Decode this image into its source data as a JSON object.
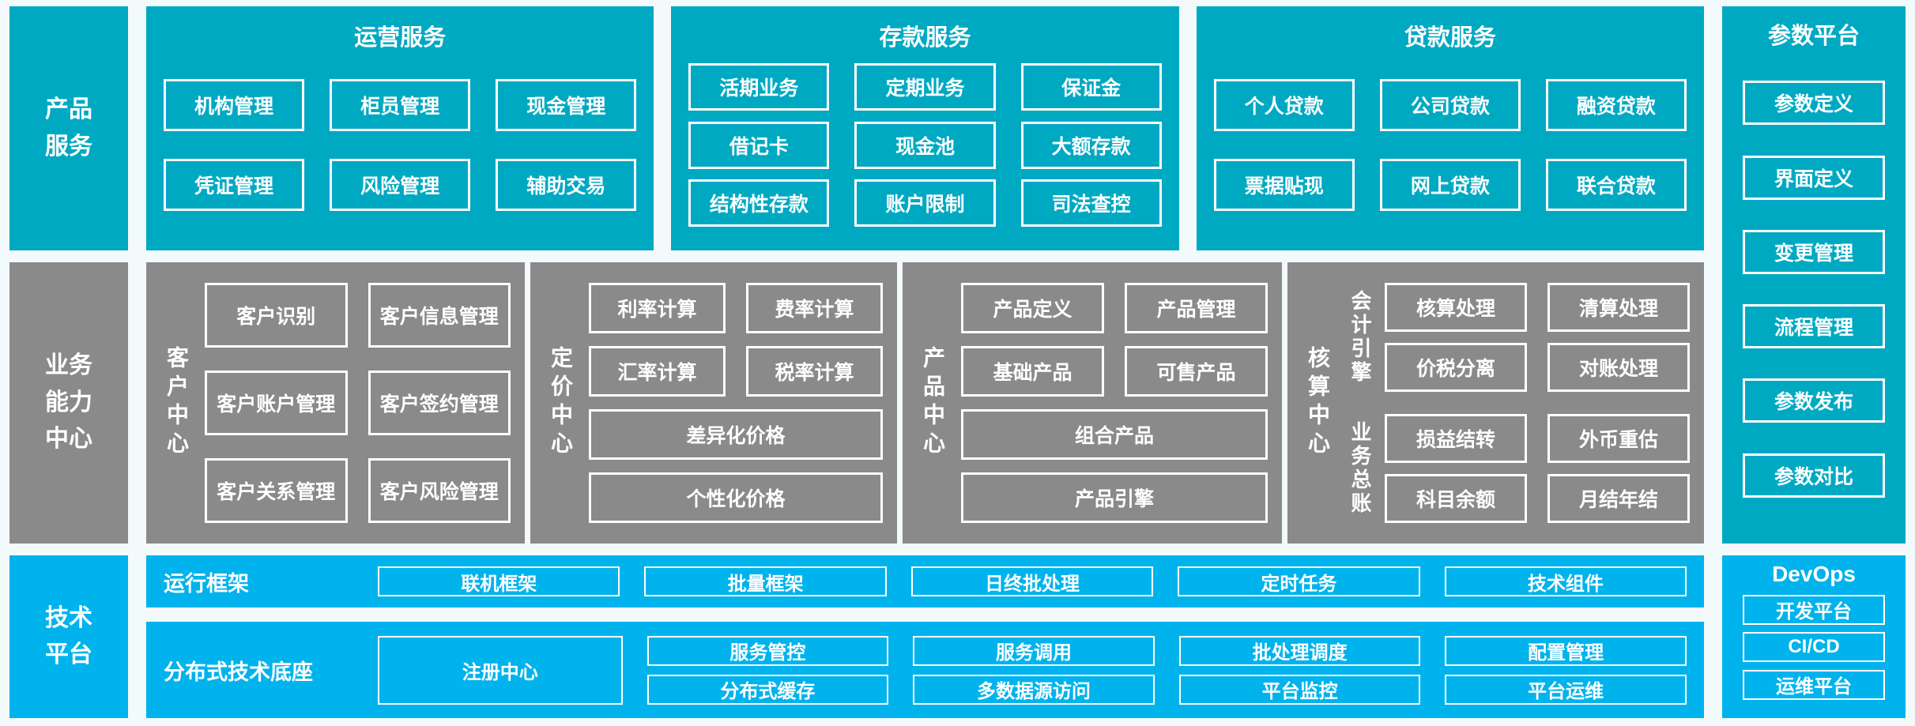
{
  "palette": {
    "teal": "#00a9c2",
    "gray": "#8a8a8a",
    "bright_blue": "#00b3ec",
    "text": "#ffffff",
    "background": "#f3fafc"
  },
  "rails": {
    "products": "产品\n服务",
    "capability": "业务\n能力\n中心",
    "tech": "技术\n平台"
  },
  "product_services": {
    "operations": {
      "title": "运营服务",
      "rows": [
        [
          "机构管理",
          "柜员管理",
          "现金管理"
        ],
        [
          "凭证管理",
          "风险管理",
          "辅助交易"
        ]
      ]
    },
    "deposit": {
      "title": "存款服务",
      "rows": [
        [
          "活期业务",
          "定期业务",
          "保证金"
        ],
        [
          "借记卡",
          "现金池",
          "大额存款"
        ],
        [
          "结构性存款",
          "账户限制",
          "司法查控"
        ]
      ]
    },
    "loan": {
      "title": "贷款服务",
      "rows": [
        [
          "个人贷款",
          "公司贷款",
          "融资贷款"
        ],
        [
          "票据贴现",
          "网上贷款",
          "联合贷款"
        ]
      ]
    }
  },
  "param_platform": {
    "title": "参数平台",
    "items": [
      "参数定义",
      "界面定义",
      "变更管理",
      "流程管理",
      "参数发布",
      "参数对比"
    ]
  },
  "capability_centers": {
    "customer": {
      "label": "客户中心",
      "boxes": [
        [
          "客户识别",
          "客户信息管理"
        ],
        [
          "客户账户管理",
          "客户签约管理"
        ],
        [
          "客户关系管理",
          "客户风险管理"
        ]
      ]
    },
    "pricing": {
      "label": "定价中心",
      "pairs": [
        [
          "利率计算",
          "费率计算"
        ],
        [
          "汇率计算",
          "税率计算"
        ]
      ],
      "wide": [
        "差异化价格",
        "个性化价格"
      ]
    },
    "product": {
      "label": "产品中心",
      "pairs": [
        [
          "产品定义",
          "产品管理"
        ],
        [
          "基础产品",
          "可售产品"
        ]
      ],
      "wide": [
        "组合产品",
        "产品引擎"
      ]
    },
    "accounting": {
      "label": "核算中心",
      "groups": [
        {
          "label": "会计引擎",
          "boxes": [
            [
              "核算处理",
              "清算处理"
            ],
            [
              "价税分离",
              "对账处理"
            ]
          ]
        },
        {
          "label": "业务总账",
          "boxes": [
            [
              "损益结转",
              "外币重估"
            ],
            [
              "科目余额",
              "月结年结"
            ]
          ]
        }
      ]
    }
  },
  "tech_platform": {
    "runtime": {
      "label": "运行框架",
      "items": [
        "联机框架",
        "批量框架",
        "日终批处理",
        "定时任务",
        "技术组件"
      ]
    },
    "distributed": {
      "label": "分布式技术底座",
      "registry": "注册中心",
      "grid": [
        [
          "服务管控",
          "分布式缓存"
        ],
        [
          "服务调用",
          "多数据源访问"
        ],
        [
          "批处理调度",
          "平台监控"
        ],
        [
          "配置管理",
          "平台运维"
        ]
      ]
    },
    "devops": {
      "title": "DevOps",
      "items": [
        "开发平台",
        "CI/CD",
        "运维平台"
      ]
    }
  }
}
